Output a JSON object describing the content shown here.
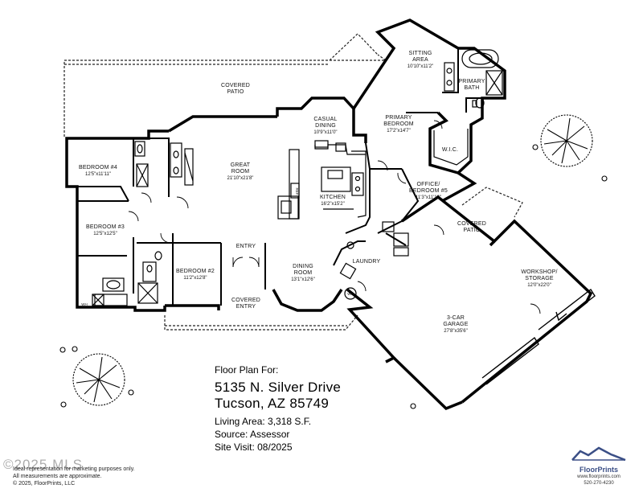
{
  "rooms": [
    {
      "id": "covered-patio-top",
      "name": [
        "COVERED",
        "PATIO"
      ],
      "dim": ""
    },
    {
      "id": "sitting-area",
      "name": [
        "SITTING",
        "AREA"
      ],
      "dim": "10'10\"x11'2\""
    },
    {
      "id": "primary-bath",
      "name": [
        "PRIMARY",
        "BATH"
      ],
      "dim": ""
    },
    {
      "id": "casual-dining",
      "name": [
        "CASUAL",
        "DINING"
      ],
      "dim": "10'9\"x11'0\""
    },
    {
      "id": "primary-bedroom",
      "name": [
        "PRIMARY",
        "BEDROOM"
      ],
      "dim": "17'2\"x14'7\""
    },
    {
      "id": "wic",
      "name": [
        "W.I.C."
      ],
      "dim": ""
    },
    {
      "id": "bedroom-4",
      "name": [
        "BEDROOM #4"
      ],
      "dim": "12'5\"x11'11\""
    },
    {
      "id": "great-room",
      "name": [
        "GREAT",
        "ROOM"
      ],
      "dim": "21'10\"x21'8\""
    },
    {
      "id": "kitchen",
      "name": [
        "KITCHEN"
      ],
      "dim": "16'2\"x15'2\""
    },
    {
      "id": "office-bedroom-5",
      "name": [
        "OFFICE/",
        "BEDROOM #5"
      ],
      "dim": "11'3\"x11'10\""
    },
    {
      "id": "bedroom-3",
      "name": [
        "BEDROOM #3"
      ],
      "dim": "12'5\"x12'5\""
    },
    {
      "id": "covered-patio-right",
      "name": [
        "COVERED",
        "PATIO"
      ],
      "dim": ""
    },
    {
      "id": "entry",
      "name": [
        "ENTRY"
      ],
      "dim": ""
    },
    {
      "id": "bedroom-2",
      "name": [
        "BEDROOM #2"
      ],
      "dim": "11'2\"x12'8\""
    },
    {
      "id": "dining-room",
      "name": [
        "DINING",
        "ROOM"
      ],
      "dim": "13'1\"x12'6\""
    },
    {
      "id": "laundry",
      "name": [
        "LAUNDRY"
      ],
      "dim": ""
    },
    {
      "id": "workshop",
      "name": [
        "WORKSHOP/",
        "STORAGE"
      ],
      "dim": "12'0\"x22'0\""
    },
    {
      "id": "covered-entry",
      "name": [
        "COVERED",
        "ENTRY"
      ],
      "dim": ""
    },
    {
      "id": "garage",
      "name": [
        "3-CAR",
        "GARAGE"
      ],
      "dim": "27'8\"x35'6\""
    }
  ],
  "fixtures": {
    "ref": "REF",
    "wh": "WH"
  },
  "info": {
    "label": "Floor Plan For:",
    "address_line1": "5135 N. Silver Drive",
    "address_line2": "Tucson, AZ  85749",
    "living_area": "Living Area:  3,318 S.F.",
    "source": "Source:  Assessor",
    "site_visit": "Site Visit:  08/2025"
  },
  "disclaimer": [
    "Ideal representation for marketing purposes only.",
    "All measurements are approximate.",
    "© 2025, FloorPrints, LLC"
  ],
  "watermark": "©2025 MLS",
  "brand": {
    "name": "FloorPrints",
    "url": "www.floorprints.com",
    "phone": "520-270-4230"
  }
}
